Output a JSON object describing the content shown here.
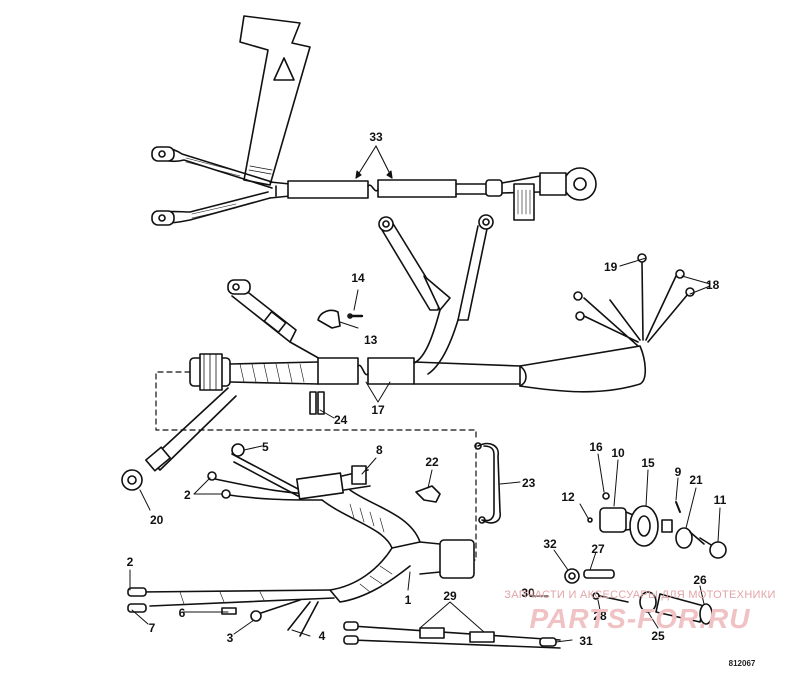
{
  "diagram": {
    "callouts": [
      "33",
      "14",
      "13",
      "19",
      "18",
      "17",
      "24",
      "5",
      "8",
      "22",
      "23",
      "2",
      "20",
      "16",
      "10",
      "15",
      "9",
      "21",
      "11",
      "12",
      "32",
      "27",
      "1",
      "30",
      "26",
      "29",
      "28",
      "25",
      "6",
      "7",
      "3",
      "4",
      "31"
    ],
    "watermark_top": "ЗАПЧАСТИ И АКСЕССУАРЫ ДЛЯ МОТОТЕХНИКИ",
    "watermark_logo": "PARTS-FOR.RU",
    "drawing_code": "812067",
    "colors": {
      "line": "#111111",
      "watermark": "#e2a4a8"
    }
  }
}
